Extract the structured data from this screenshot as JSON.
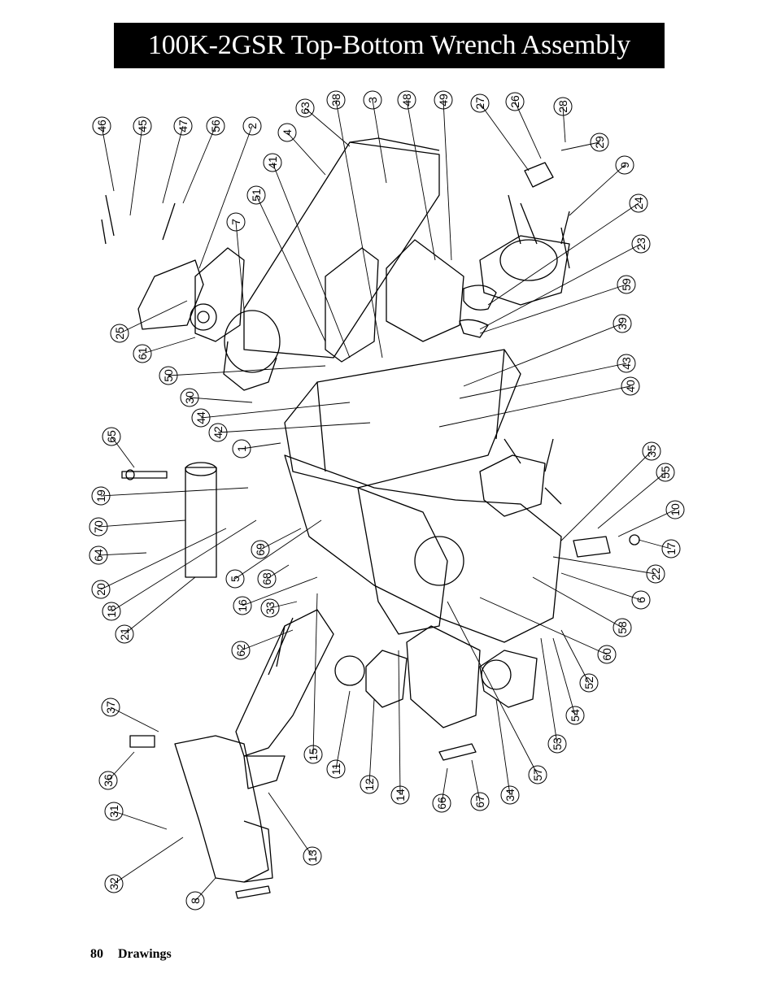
{
  "page": {
    "title": "100K-2GSR Top-Bottom Wrench Assembly",
    "footer_page": "80",
    "footer_section": "Drawings"
  },
  "callouts": [
    "46",
    "45",
    "47",
    "56",
    "2",
    "4",
    "63",
    "38",
    "3",
    "48",
    "49",
    "27",
    "26",
    "28",
    "29",
    "9",
    "24",
    "23",
    "59",
    "39",
    "43",
    "40",
    "7",
    "51",
    "41",
    "25",
    "61",
    "50",
    "30",
    "44",
    "42",
    "1",
    "65",
    "19",
    "70",
    "64",
    "20",
    "18",
    "21",
    "5",
    "69",
    "68",
    "16",
    "33",
    "62",
    "35",
    "55",
    "10",
    "17",
    "22",
    "6",
    "58",
    "60",
    "52",
    "54",
    "53",
    "57",
    "34",
    "67",
    "66",
    "14",
    "12",
    "11",
    "15",
    "37",
    "36",
    "31",
    "32",
    "13",
    "8"
  ]
}
